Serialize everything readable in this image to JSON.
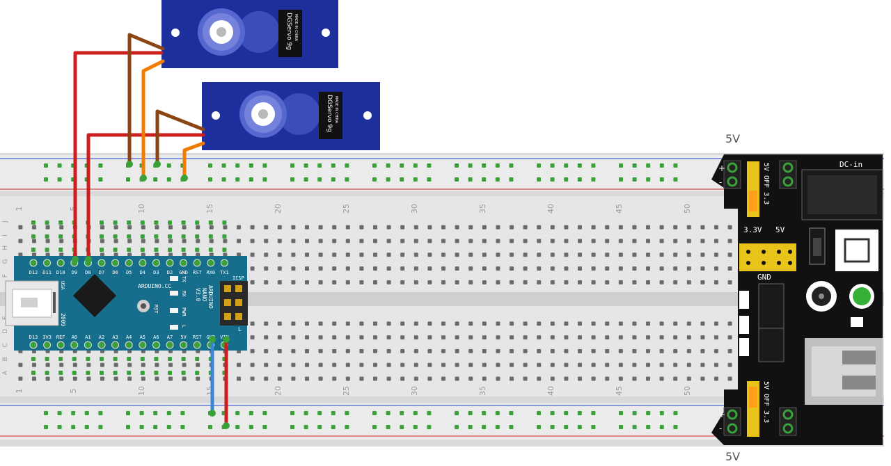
{
  "servos": [
    {
      "brand": "DGServo 9g",
      "made_in": "MADE IN CHINA"
    },
    {
      "brand": "DGServo 9g",
      "made_in": "MADE IN CHINA"
    }
  ],
  "breadboard": {
    "column_numbers": [
      "1",
      "5",
      "10",
      "15",
      "20",
      "25",
      "30",
      "35",
      "40",
      "45",
      "50"
    ],
    "row_letters_top": [
      "J",
      "I",
      "H",
      "G",
      "F"
    ],
    "row_letters_bottom": [
      "E",
      "D",
      "C",
      "B",
      "A"
    ]
  },
  "arduino": {
    "top_pins": [
      "D12",
      "D11",
      "D10",
      "D9",
      "D8",
      "D7",
      "D6",
      "D5",
      "D4",
      "D3",
      "D2",
      "GND",
      "RST",
      "RX0",
      "TX1"
    ],
    "bottom_pins": [
      "D13",
      "3V3",
      "REF",
      "A0",
      "A1",
      "A2",
      "A3",
      "A4",
      "A5",
      "A6",
      "A7",
      "5V",
      "RST",
      "GND",
      "VIN"
    ],
    "brand": "ARDUINO.CC",
    "name_line1": "ARDUINO",
    "name_line2": "NANO",
    "name_line3": "V3.0",
    "icsp": "ICSP",
    "usa": "USA",
    "year": "2009",
    "rst_label": "RST",
    "leds": [
      "TX",
      "RX",
      "PWR",
      "L"
    ],
    "pin_label_L": "L"
  },
  "power_module": {
    "top_label": "5V",
    "bottom_label": "5V",
    "dc_in": "DC-in",
    "jumper_top": "5V OFF 3.3",
    "jumper_bottom": "5V OFF 3.3",
    "header_33": "3.3V",
    "header_5": "5V",
    "gnd": "GND",
    "plus": "+",
    "minus": "-"
  },
  "colors": {
    "wire_red": "#cc1f1f",
    "wire_brown": "#8b4513",
    "wire_orange": "#f07d00",
    "wire_blue": "#3a86d6",
    "servo_blue": "#1d2f9c",
    "arduino_teal": "#176e8c",
    "hole_green": "#3aa13a",
    "rail_red": "#d62020",
    "rail_blue": "#2040c8"
  }
}
